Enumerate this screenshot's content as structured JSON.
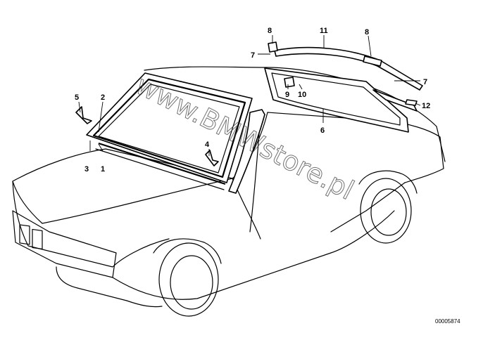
{
  "callouts": {
    "c1": "1",
    "c2": "2",
    "c3": "3",
    "c4": "4",
    "c5": "5",
    "c6": "6",
    "c7a": "7",
    "c7b": "7",
    "c8a": "8",
    "c8b": "8",
    "c9": "9",
    "c10": "10",
    "c11": "11",
    "c12": "12"
  },
  "reference_number": "00005874",
  "watermark": "www.BMWstore.pl"
}
